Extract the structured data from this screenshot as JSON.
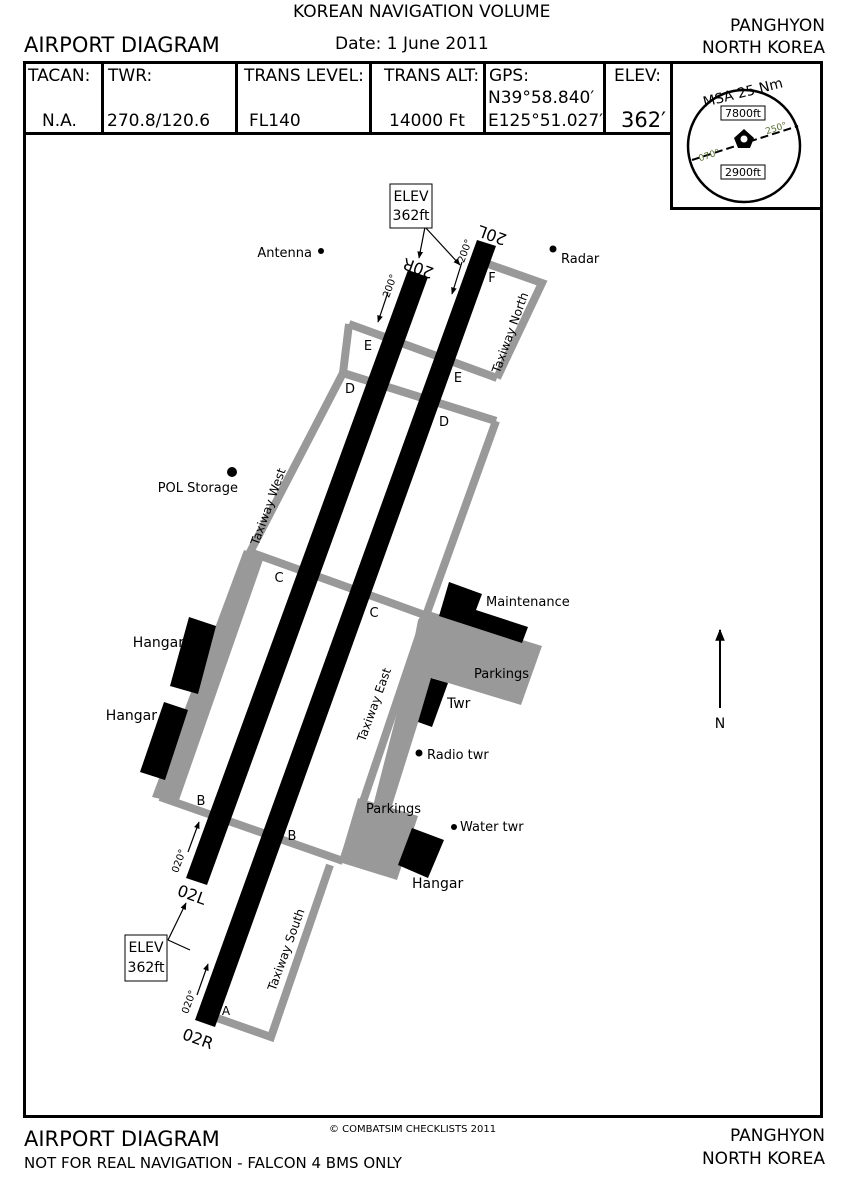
{
  "header": {
    "volume": "KOREAN NAVIGATION VOLUME",
    "title": "AIRPORT DIAGRAM",
    "date": "Date: 1 June 2011",
    "airport": "PANGHYON",
    "country": "NORTH KOREA"
  },
  "info": {
    "tacan_label": "TACAN:",
    "tacan_value": "N.A.",
    "twr_label": "TWR:",
    "twr_value": "270.8/120.6",
    "trans_level_label": "TRANS LEVEL:",
    "trans_level_value": "FL140",
    "trans_alt_label": "TRANS ALT:",
    "trans_alt_value": "14000 Ft",
    "gps_label": "GPS:",
    "gps_lat": "N39°58.840′",
    "gps_lon": "E125°51.027′",
    "elev_label": "ELEV:",
    "elev_value": "362′"
  },
  "msa": {
    "title": "MSA 25 Nm",
    "upper_alt": "7800ft",
    "lower_alt": "2900ft",
    "bearing_left": "070°",
    "bearing_right": "250°"
  },
  "runways": {
    "r20r": "20R",
    "r20l": "20L",
    "r02l": "02L",
    "r02r": "02R",
    "hdg_200": "200°",
    "hdg_020": "020°"
  },
  "elev_boxes": {
    "top_line1": "ELEV",
    "top_line2": "362ft",
    "bottom_line1": "ELEV",
    "bottom_line2": "362ft"
  },
  "taxiways": {
    "north": "Taxiway North",
    "west": "Taxiway West",
    "east": "Taxiway East",
    "south": "Taxiway South",
    "A": "A",
    "B": "B",
    "C": "C",
    "D": "D",
    "E": "E",
    "F": "F"
  },
  "features": {
    "antenna": "Antenna",
    "radar": "Radar",
    "pol": "POL Storage",
    "maintenance": "Maintenance",
    "parkings": "Parkings",
    "hangar": "Hangar",
    "twr": "Twr",
    "radio_twr": "Radio twr",
    "water_twr": "Water twr"
  },
  "north_label": "N",
  "footer": {
    "title": "AIRPORT DIAGRAM",
    "disclaimer": "NOT FOR REAL NAVIGATION - FALCON 4 BMS ONLY",
    "copyright": "© COMBATSIM CHECKLISTS 2011",
    "airport": "PANGHYON",
    "country": "NORTH KOREA"
  },
  "colors": {
    "taxiway": "#999999",
    "runway": "#000000",
    "parking": "#999999"
  }
}
